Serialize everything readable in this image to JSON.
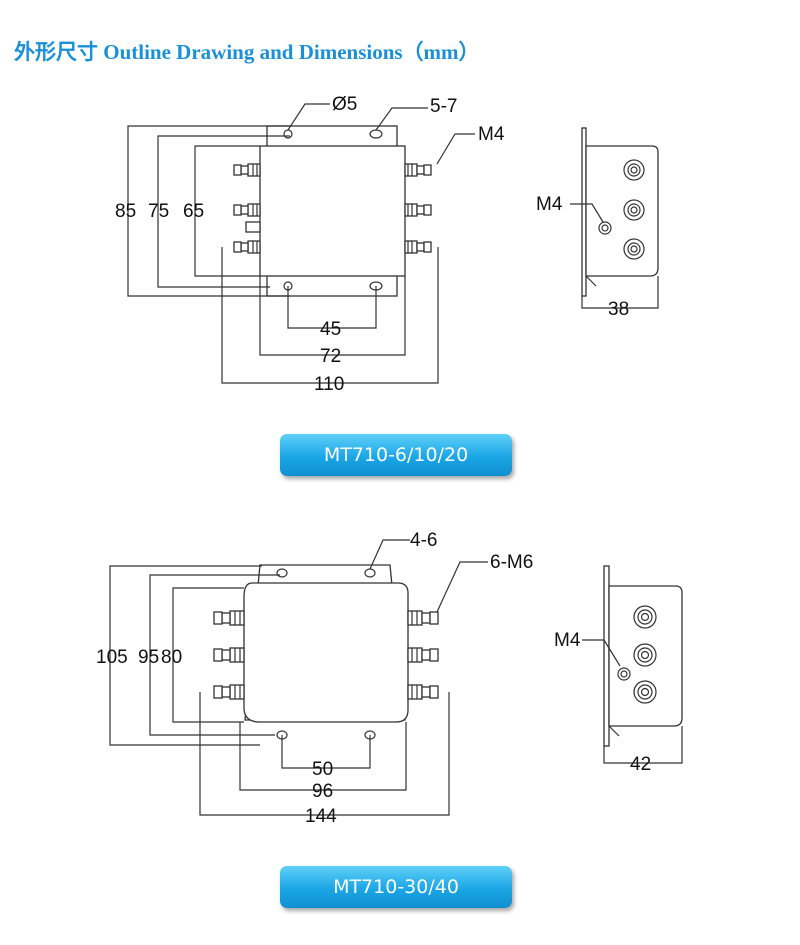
{
  "heading": "外形尺寸 Outline Drawing and Dimensions（mm）",
  "model1": {
    "label": "MT710-6/10/20",
    "dims": {
      "hole_dia": "Ø5",
      "slot": "5-7",
      "terminal": "M4",
      "ground": "M4",
      "h85": "85",
      "h75": "75",
      "h65": "65",
      "w45": "45",
      "w72": "72",
      "w110": "110",
      "depth": "38"
    }
  },
  "model2": {
    "label": "MT710-30/40",
    "dims": {
      "slot": "4-6",
      "terminal": "6-M6",
      "ground": "M4",
      "h105": "105",
      "h95": "95",
      "h80": "80",
      "w50": "50",
      "w96": "96",
      "w144": "144",
      "depth": "42"
    }
  }
}
